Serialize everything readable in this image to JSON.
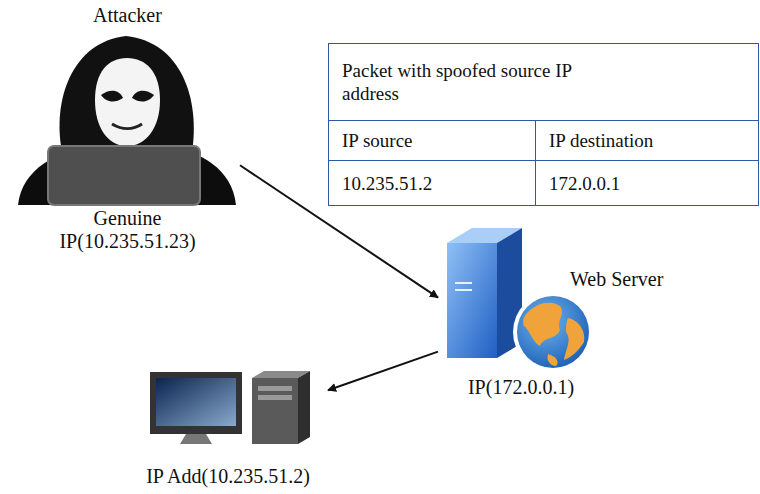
{
  "diagram": {
    "nodes": [
      {
        "text": [
          "Attacker",
          "Genuine IP(10.235.51.23)"
        ]
      },
      {
        "text": [
          "Web Server",
          "IP(172.0.0.1)"
        ]
      },
      {
        "text": [
          "IP Add(10.235.51.2)"
        ]
      }
    ],
    "edges": [
      {
        "from": 0,
        "to": 1,
        "arrow": "to"
      },
      {
        "from": 1,
        "to": 2,
        "arrow": "to"
      }
    ],
    "labels": [
      "Packet with spoofed source IP address",
      "IP source",
      "IP destination",
      "10.235.51.2",
      "172.0.0.1"
    ]
  }
}
